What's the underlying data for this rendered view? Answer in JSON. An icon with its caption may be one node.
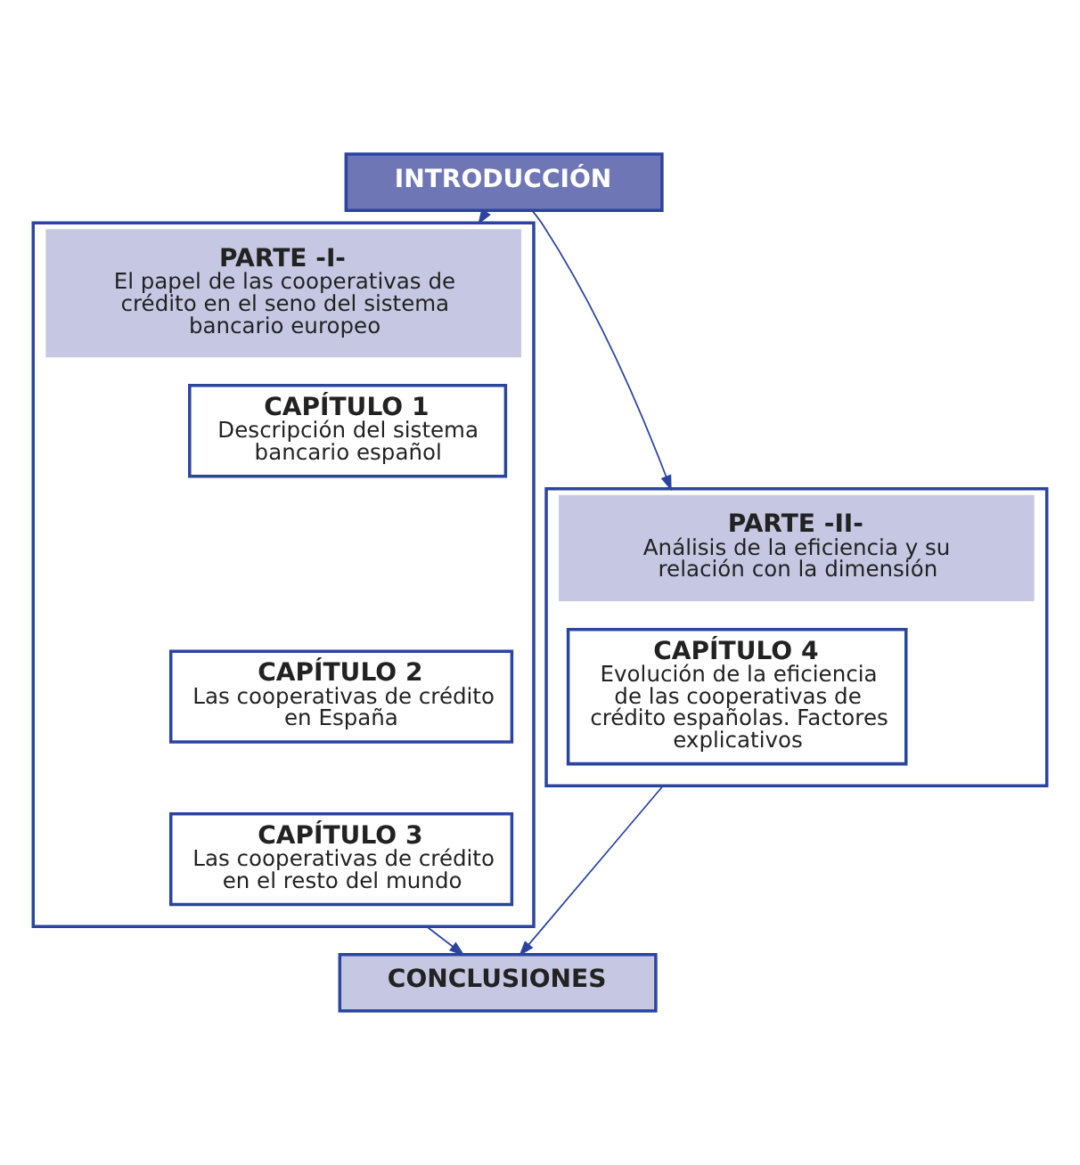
{
  "diagram": {
    "nodes": [
      {
        "text": [
          "INTRODUCCIÓN"
        ]
      },
      {
        "text": [
          "PARTE -I-",
          "El papel de las cooperativas de crédito en el seno del sistema bancario europeo"
        ]
      },
      {
        "text": [
          "CAPÍTULO 1",
          "Descripción del sistema bancario español"
        ],
        "in": 1
      },
      {
        "text": [
          "CAPÍTULO 2",
          "Las cooperativas de crédito en España"
        ],
        "in": 1
      },
      {
        "text": [
          "CAPÍTULO 3",
          "Las cooperativas de crédito en el resto del mundo"
        ],
        "in": 1
      },
      {
        "text": [
          "PARTE -II-",
          "Análisis de la eficiencia y su relación con la dimensión"
        ]
      },
      {
        "text": [
          "CAPÍTULO 4",
          "Evolución de la eficiencia de las cooperativas de crédito españolas. Factores explicativos"
        ],
        "in": 5
      },
      {
        "text": [
          "CONCLUSIONES"
        ]
      }
    ],
    "edges": [
      {
        "from": 0,
        "to": 1,
        "arrow": "to"
      },
      {
        "from": 0,
        "to": 5,
        "arrow": "to"
      },
      {
        "from": 1,
        "to": 7,
        "arrow": "to"
      },
      {
        "from": 5,
        "to": 7,
        "arrow": "to"
      }
    ]
  }
}
